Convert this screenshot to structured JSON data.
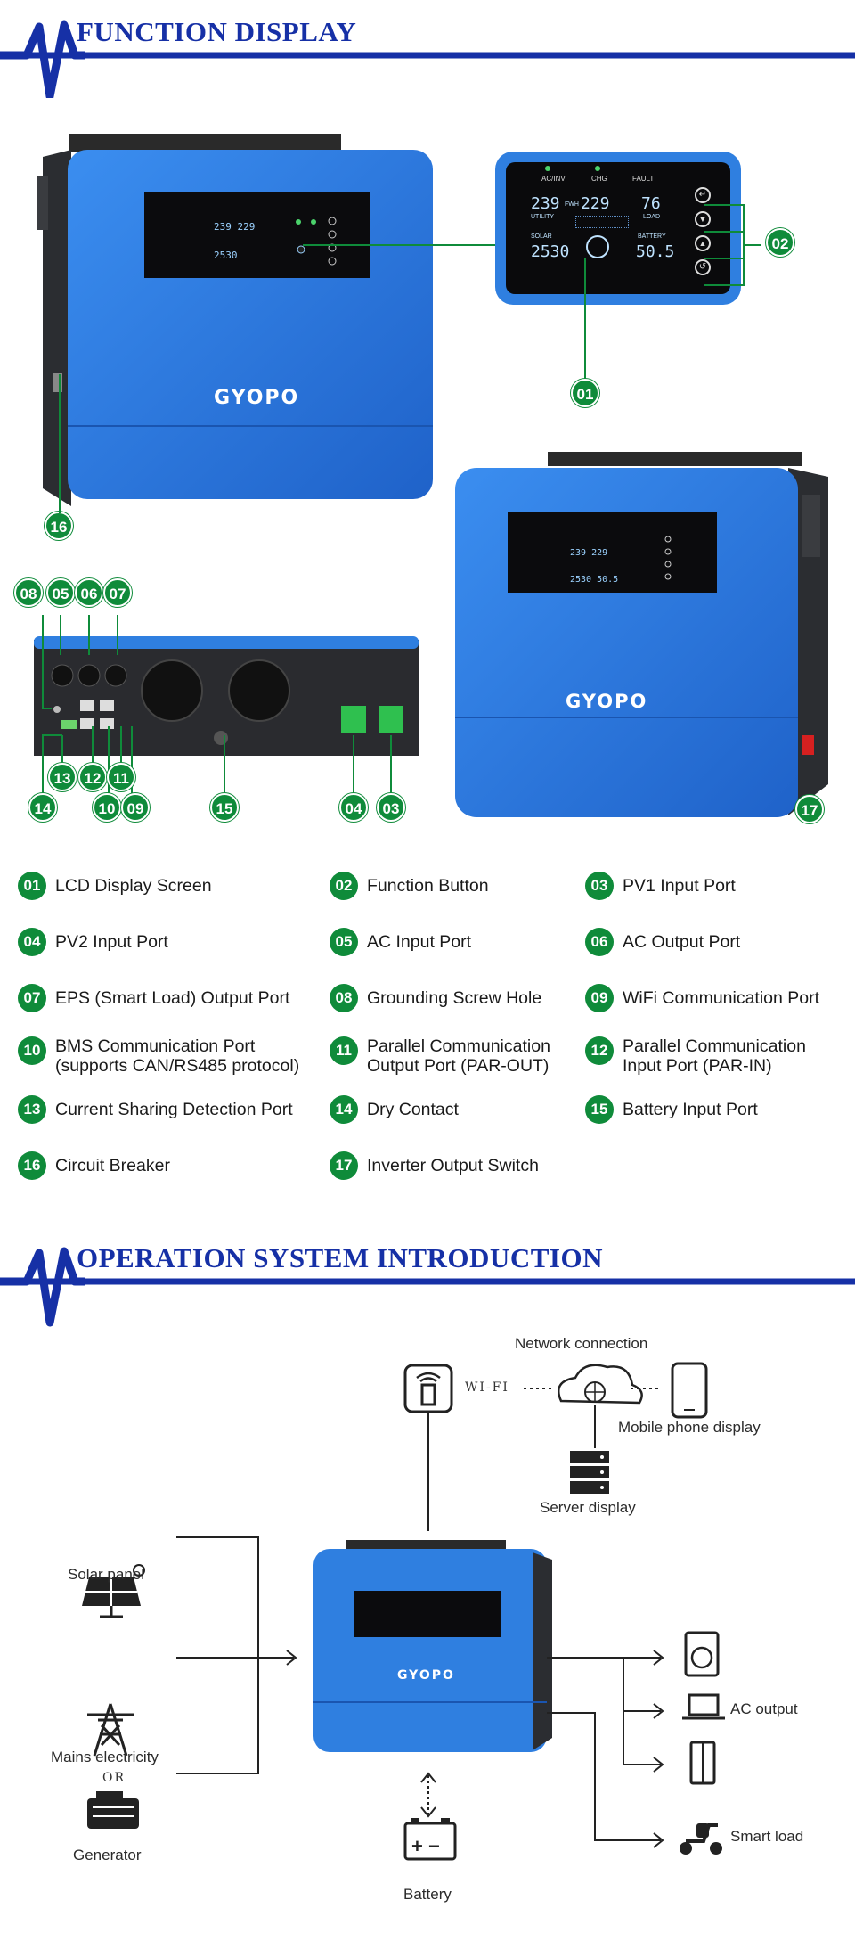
{
  "sections": {
    "function_title": "FUNCTION DISPLAY",
    "operation_title": "OPERATION SYSTEM INTRODUCTION"
  },
  "brand": {
    "logo": "GYOPO",
    "accent": "#1630a6",
    "badge_color": "#0f8b3a",
    "device_blue": "#2f7fe0"
  },
  "lcd": {
    "ind_acinv": "AC/INV",
    "ind_chg": "CHG",
    "ind_fault": "FAULT",
    "utility_value": "239",
    "pv_value": "229",
    "load_value": "76",
    "utility_label": "UTILITY",
    "load_label": "LOAD",
    "solar_label": "SOLAR",
    "battery_label": "BATTERY",
    "solar_value": "2530",
    "battery_value": "50.5",
    "mid_unit": "FWH"
  },
  "callouts": [
    "01",
    "02",
    "03",
    "04",
    "05",
    "06",
    "07",
    "08",
    "09",
    "10",
    "11",
    "12",
    "13",
    "14",
    "15",
    "16",
    "17"
  ],
  "legend": [
    {
      "num": "01",
      "label": "LCD Display Screen"
    },
    {
      "num": "02",
      "label": "Function Button"
    },
    {
      "num": "03",
      "label": "PV1 Input Port"
    },
    {
      "num": "04",
      "label": "PV2 Input Port"
    },
    {
      "num": "05",
      "label": "AC Input Port"
    },
    {
      "num": "06",
      "label": "AC Output Port"
    },
    {
      "num": "07",
      "label": "EPS (Smart Load) Output Port"
    },
    {
      "num": "08",
      "label": "Grounding Screw Hole"
    },
    {
      "num": "09",
      "label": "WiFi Communication Port"
    },
    {
      "num": "10",
      "label": "BMS Communication Port\n(supports CAN/RS485 protocol)"
    },
    {
      "num": "11",
      "label": "Parallel Communication\nOutput Port (PAR-OUT)"
    },
    {
      "num": "12",
      "label": "Parallel Communication\nInput Port (PAR-IN)"
    },
    {
      "num": "13",
      "label": "Current Sharing Detection Port"
    },
    {
      "num": "14",
      "label": "Dry Contact"
    },
    {
      "num": "15",
      "label": "Battery Input Port"
    },
    {
      "num": "16",
      "label": "Circuit Breaker"
    },
    {
      "num": "17",
      "label": "Inverter Output Switch"
    }
  ],
  "diagram": {
    "network": "Network connection",
    "wifi": "WI-FI",
    "mobile": "Mobile phone display",
    "server": "Server display",
    "solar": "Solar panel",
    "mains": "Mains electricity",
    "or": "OR",
    "generator": "Generator",
    "ac_output": "AC output",
    "smart_load": "Smart load",
    "battery": "Battery",
    "battery_sign": "+ −"
  }
}
